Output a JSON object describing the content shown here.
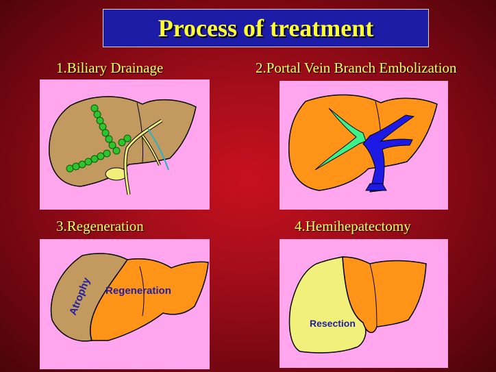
{
  "title": "Process of treatment",
  "steps": [
    {
      "label": "1.Biliary Drainage"
    },
    {
      "label": "2.Portal Vein Branch Embolization"
    },
    {
      "label": "3.Regeneration",
      "annotations": {
        "atrophy": "Atrophy",
        "regeneration": "Regeneration"
      }
    },
    {
      "label": "4.Hemihepatectomy",
      "annotations": {
        "resection": "Resection"
      }
    }
  ],
  "colors": {
    "liver_atrophy": "#c29a60",
    "liver_normal": "#ff9418",
    "resected": "#f1f07a",
    "panel_bg": "#ffa6ee",
    "portal_vein": "#1d1ae6",
    "embolized_branch": "#3cf08a",
    "bile_duct": "#2dc42d",
    "title_text": "#ffff33"
  }
}
